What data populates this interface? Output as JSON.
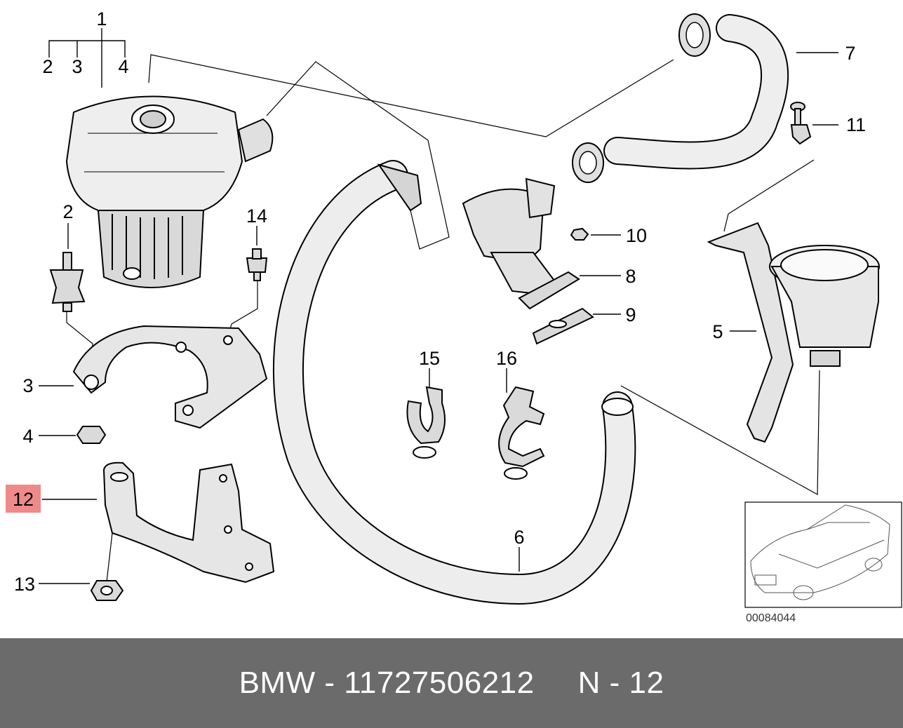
{
  "diagram": {
    "reference_code": "00084044",
    "highlight_color": "#ef8a8a",
    "labels": {
      "p1": "1",
      "p2a": "2",
      "p3a": "3",
      "p4a": "4",
      "p2b": "2",
      "p14": "14",
      "p3b": "3",
      "p4b": "4",
      "p12": "12",
      "p13": "13",
      "p15": "15",
      "p16": "16",
      "p6": "6",
      "p7": "7",
      "p11": "11",
      "p10": "10",
      "p8": "8",
      "p9": "9",
      "p5": "5"
    }
  },
  "footer": {
    "part_text": "BMW - 11727506212",
    "position_text": "N - 12",
    "background": "#6b6b6b"
  }
}
